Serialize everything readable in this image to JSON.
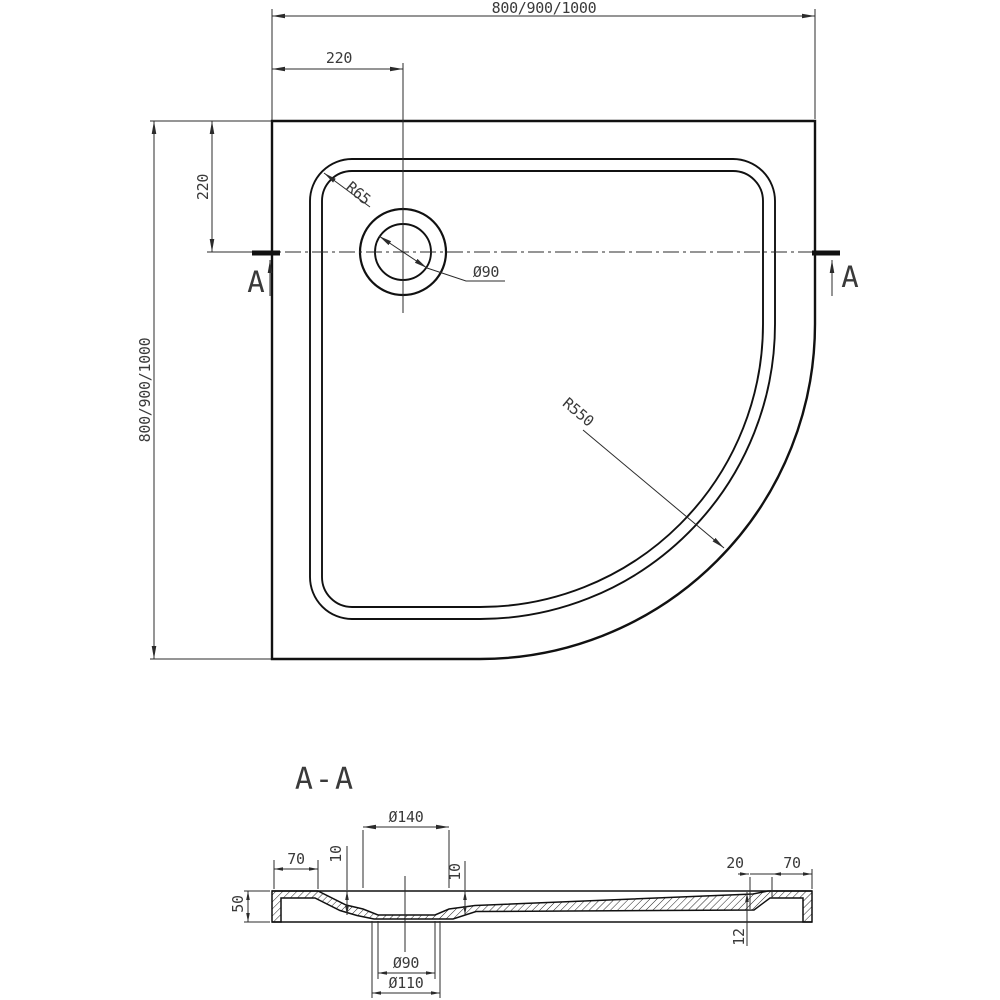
{
  "drawing": {
    "section_title": "A-A",
    "section_label": "A",
    "top_view": {
      "overall_width": "800/900/1000",
      "overall_height": "800/900/1000",
      "drain_offset_x": "220",
      "drain_offset_y": "220",
      "corner_radius": "R65",
      "outer_radius": "R550",
      "drain_diameter": "Ø90"
    },
    "section_view": {
      "recess_diameter": "Ø140",
      "rim_width_left": "70",
      "depth_left": "10",
      "depth_right": "10",
      "edge_height": "50",
      "step_width": "20",
      "rim_width_right": "70",
      "edge_thickness": "12",
      "drain_hole_diameter": "Ø90",
      "drain_flange_diameter": "Ø110"
    },
    "colors": {
      "line": "#111111",
      "dimension": "#2b2b2b",
      "background": "#ffffff"
    }
  }
}
